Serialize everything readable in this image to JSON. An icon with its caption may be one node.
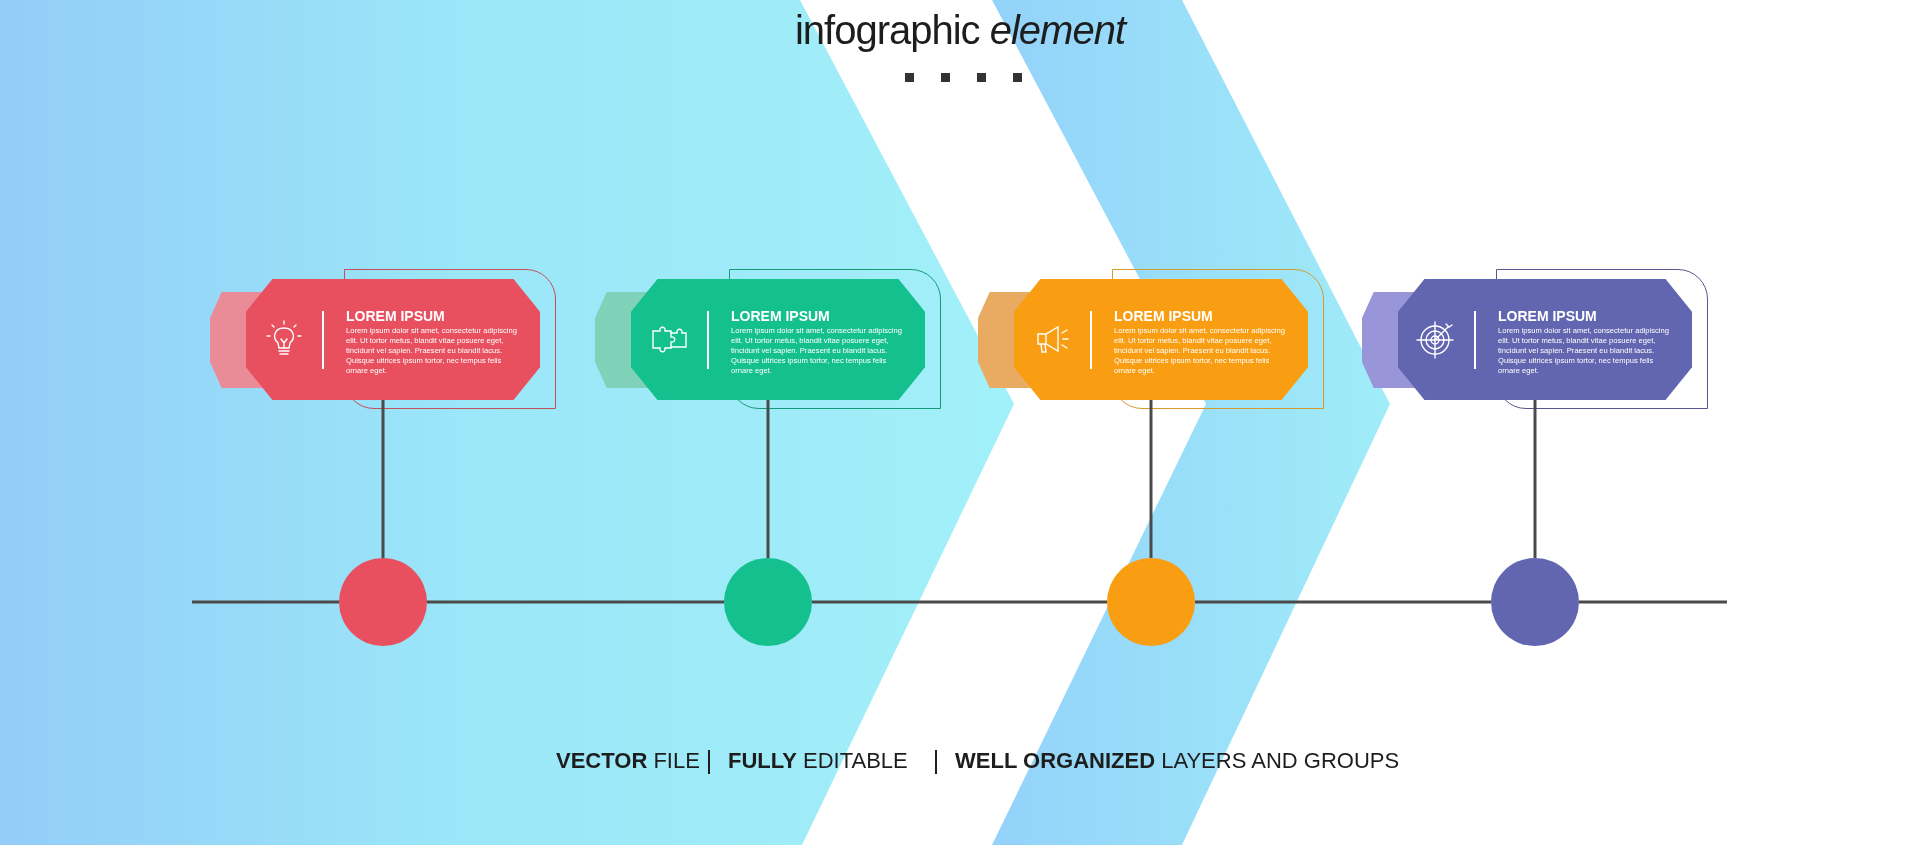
{
  "diagram": {
    "title": "infographic *element*",
    "nodes": [
      {
        "text": [
          "LOREM IPSUM",
          "Lorem ipsum dolor sit amet, consectetur adipiscing elit. Ut tortor metus, blandit vitae posuere eget, tincidunt vel sapien. Praesent eu blandit lacus. Quisque ultrices ipsum tortor, nec tempus felis ornare eget."
        ]
      },
      {
        "text": [
          "LOREM IPSUM",
          "Lorem ipsum dolor sit amet, consectetur adipiscing elit. Ut tortor metus, blandit vitae posuere eget, tincidunt vel sapien. Praesent eu blandit lacus. Quisque ultrices ipsum tortor, nec tempus felis ornare eget."
        ]
      },
      {
        "text": [
          "LOREM IPSUM",
          "Lorem ipsum dolor sit amet, consectetur adipiscing elit. Ut tortor metus, blandit vitae posuere eget, tincidunt vel sapien. Praesent eu blandit lacus. Quisque ultrices ipsum tortor, nec tempus felis ornare eget."
        ]
      },
      {
        "text": [
          "LOREM IPSUM",
          "Lorem ipsum dolor sit amet, consectetur adipiscing elit. Ut tortor metus, blandit vitae posuere eget, tincidunt vel sapien. Praesent eu blandit lacus. Quisque ultrices ipsum tortor, nec tempus felis ornare eget."
        ]
      },
      {
        "text": [],
        "shape": "circle"
      },
      {
        "text": [],
        "shape": "circle"
      },
      {
        "text": [],
        "shape": "circle"
      },
      {
        "text": [],
        "shape": "circle"
      }
    ],
    "edges": [
      {
        "from": 0,
        "to": 4,
        "arrow": "none"
      },
      {
        "from": 1,
        "to": 5,
        "arrow": "none"
      },
      {
        "from": 2,
        "to": 6,
        "arrow": "none"
      },
      {
        "from": 3,
        "to": 7,
        "arrow": "none"
      },
      {
        "from": 4,
        "to": 5,
        "arrow": "none"
      },
      {
        "from": 5,
        "to": 6,
        "arrow": "none"
      },
      {
        "from": 6,
        "to": 7,
        "arrow": "none"
      }
    ],
    "labels": [
      "**VECTOR** FILE",
      "**FULLY** EDITABLE",
      "**WELL ORGANIZED** LAYERS AND GROUPS"
    ]
  }
}
